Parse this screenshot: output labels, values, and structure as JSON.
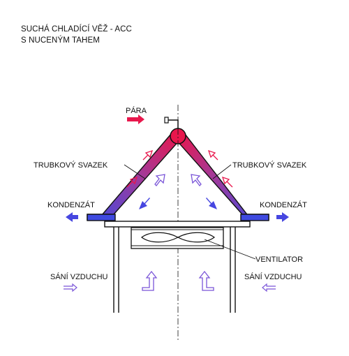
{
  "title": {
    "line1": "SUCHÁ CHLADÍCÍ VĚŽ - ACC",
    "line2": "S NUCENÝM TAHEM"
  },
  "labels": {
    "steam": "PÁRA",
    "tube_bundle_left": "TRUBKOVÝ SVAZEK",
    "tube_bundle_right": "TRUBKOVÝ SVAZEK",
    "condensate_left": "KONDENZÁT",
    "condensate_right": "KONDENZÁT",
    "fan": "VENTILATOR",
    "air_intake_left": "SÁNÍ VZDUCHU",
    "air_intake_right": "SÁNÍ VZDUCHU"
  },
  "colors": {
    "steam": "#e8174c",
    "condensate": "#4646e0",
    "air": "#7a55d8",
    "line": "#111111"
  },
  "icons": {
    "steam_arrow": "arrow-right-icon",
    "condensate_arrow": "arrow-horizontal-icon",
    "air_intake_arrow": "double-arrow-icon",
    "heated_air_arrow": "hollow-arrow-icon"
  }
}
